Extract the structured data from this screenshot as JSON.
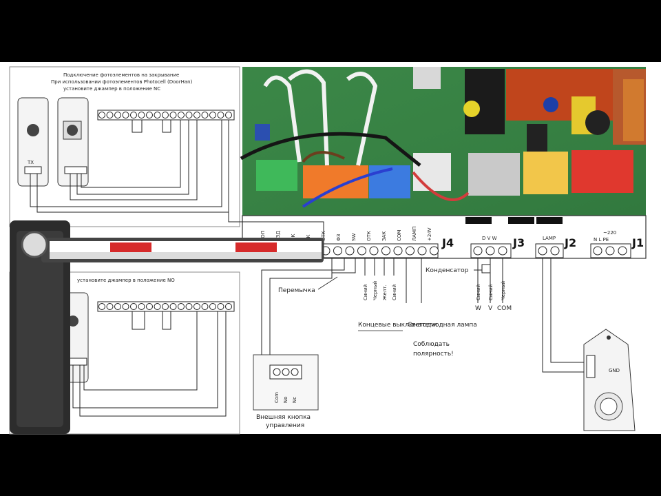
{
  "diagram": {
    "connectors": {
      "j4": "J4",
      "j3": "J3",
      "j2": "J2",
      "j1": "J1"
    },
    "j4_pins": [
      "ГОЛ",
      "ЭЗД",
      "ОК",
      "ЗК",
      "ОТК",
      "ФЗ",
      "SW",
      "ОТК",
      "ЗАК",
      "СОМ",
      "ЛАМП",
      "+24V"
    ],
    "j3_pins": [
      "W",
      "V",
      "СОМ"
    ],
    "j2_pins": [
      "LAMP"
    ],
    "j1_pins": [
      "~220",
      "N",
      "L",
      "PE"
    ],
    "top_panel": {
      "title_line1": "Подключение фотоэлементов на закрывание",
      "title_line2": "При использовании фотоэлементов Photocell (DoorHan)",
      "title_line3": "установите джампер в положение NC"
    },
    "bottom_panel": {
      "title": "установите джампер в положение NO"
    },
    "labels": {
      "jumper": "Перемычка",
      "capacitor": "Конденсатор",
      "limit_switches": "Концевые выключатели",
      "signal_lamp": "Светодиодная лампа",
      "polarity_line1": "Соблюдать",
      "polarity_line2": "полярность!",
      "button_box_line1": "Внешняя кнопка",
      "button_box_line2": "управления",
      "motor_w": "W",
      "motor_v": "V",
      "motor_com": "COM",
      "motor_wire_1": "Синий",
      "motor_wire_2": "Синий",
      "motor_wire_3": "Черный",
      "limit_wire_1": "Синий",
      "limit_wire_2": "Черный",
      "limit_wire_3": "Желт.",
      "limit_wire_4": "Синий",
      "button_com": "Com",
      "button_no": "No",
      "button_nc": "Nc",
      "lamp_tag": "GND",
      "photocell_tag": "ТХ"
    }
  }
}
